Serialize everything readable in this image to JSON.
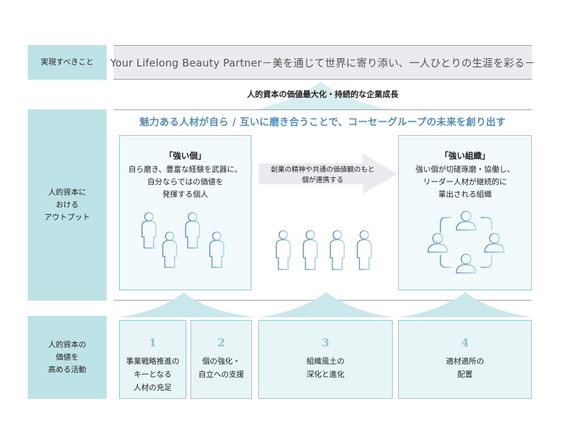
{
  "rows": {
    "vision": {
      "label": "実現すべきこと",
      "text": "Your Lifelong Beauty Partner－美を通じて世界に寄り添い、一人ひとりの生涯を彩る－"
    },
    "goal": {
      "text": "人的資本の価値最大化・持続的な企業成長"
    },
    "output": {
      "label": "人的資本に\nおける\nアウトプット",
      "headline": "魅力ある人材が自ら / 互いに磨き合うことで、コーセーグループの未来を創り出す",
      "strong_individual": {
        "title": "「強い個」",
        "description": "自ら磨き、豊富な経験を武器に、\n自分ならではの価値を\n発揮する個人",
        "icon": "four-people-icon"
      },
      "connection": {
        "description": "創業の精神や共通の価値観のもと\n個が連携する",
        "icon": "connected-people-icon"
      },
      "strong_organization": {
        "title": "「強い組織」",
        "description": "強い個が切磋琢磨・協働し、\nリーダー人材が継続的に\n輩出される組織",
        "icon": "team-collaboration-icon"
      }
    },
    "activities": {
      "label": "人的資本の\n価値を\n高める活動",
      "items": [
        {
          "number": "1",
          "text": "事業戦略推進の\nキーとなる\n人材の充足"
        },
        {
          "number": "2",
          "text": "個の強化・\n自立への支援"
        },
        {
          "number": "3",
          "text": "組織風土の\n深化と進化"
        },
        {
          "number": "4",
          "text": "適材適所の\n配置"
        }
      ]
    }
  },
  "colors": {
    "label_bg": "#bde3e6",
    "panel_border": "#8fcbd1",
    "panel_bg": "#f3fafb",
    "activity_bg": "#e8f5f6",
    "headline": "#4f8fc0",
    "number": "#84c7cc",
    "vision_bg": "#e9ebef",
    "arrow": "#e9ebef"
  }
}
